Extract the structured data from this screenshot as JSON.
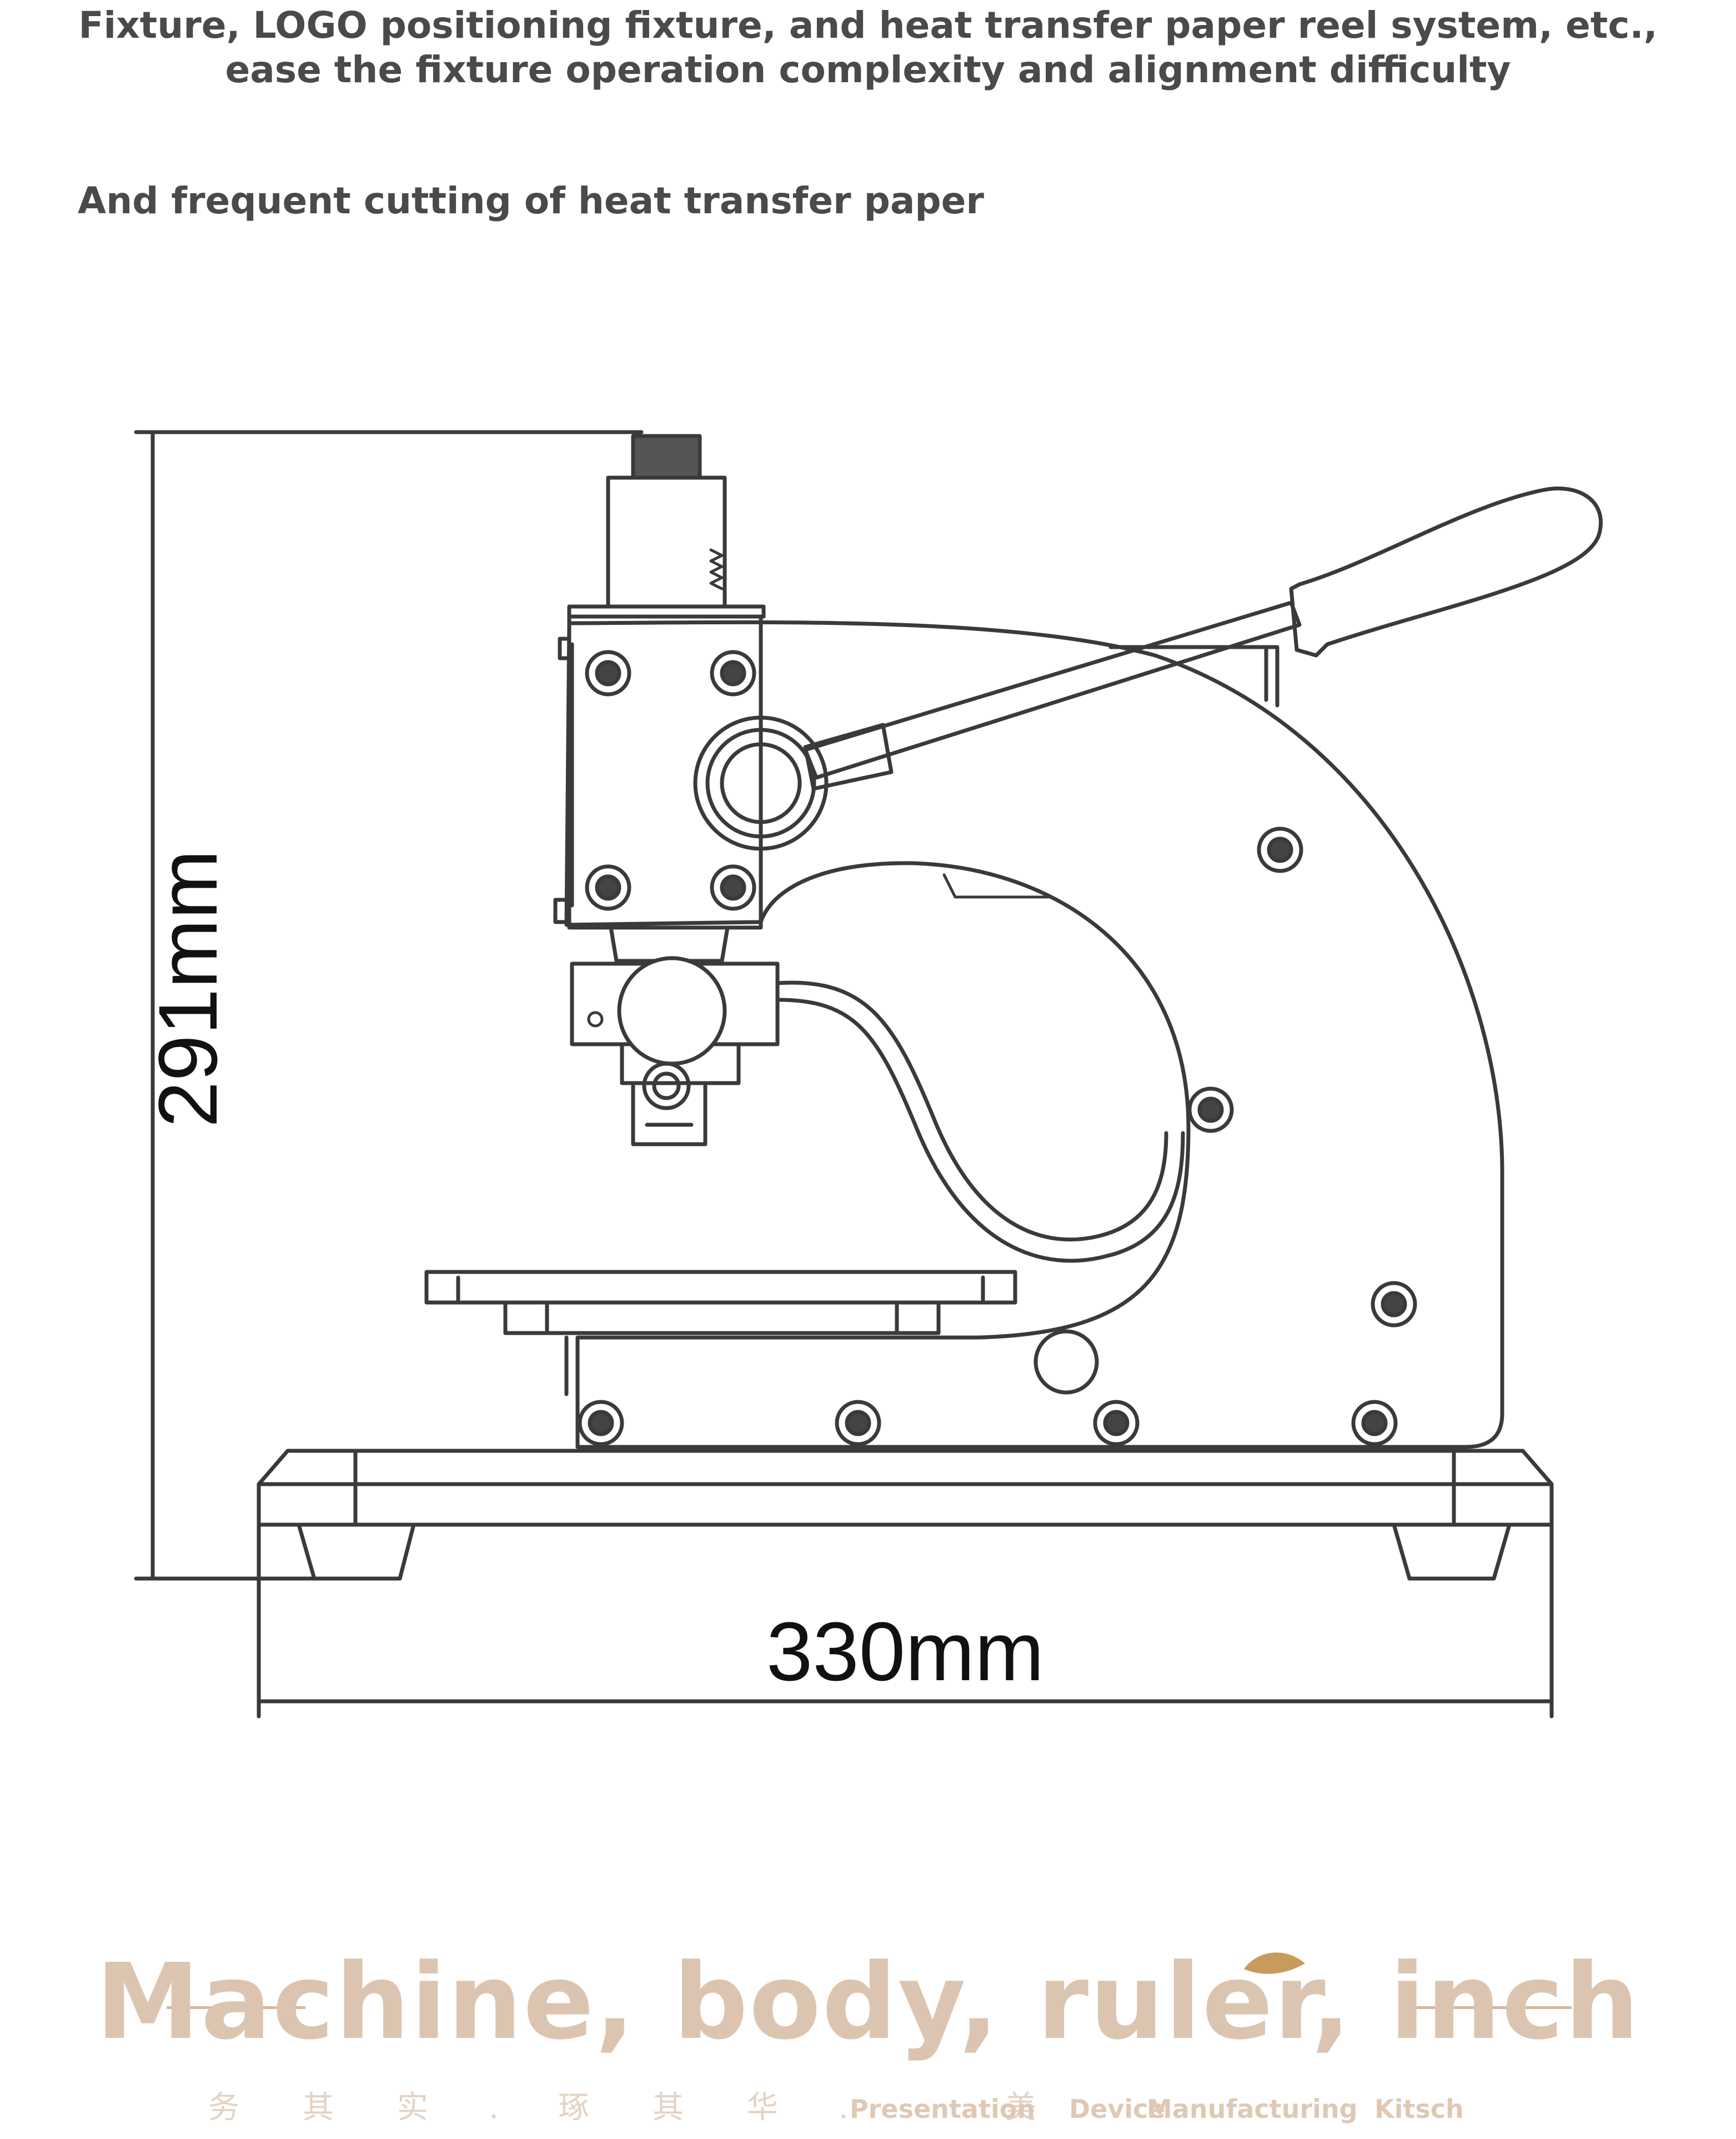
{
  "header": {
    "line1": "Fixture, LOGO positioning fixture, and heat transfer paper reel system, etc.,",
    "line2": "ease the fixture operation complexity and alignment difficulty",
    "subtitle": "And frequent cutting of heat transfer paper"
  },
  "diagram": {
    "height_label": "291mm",
    "width_label": "330mm",
    "line_color": "#3a3a3a"
  },
  "banner": {
    "title": "Machine, body, ruler, inch",
    "title_color": "#dcc5b0",
    "accent_color": "#d9b79a"
  },
  "tagline": {
    "chars": [
      "务",
      "其",
      "实",
      ".",
      "琢",
      "其",
      "华",
      ".",
      "美"
    ],
    "words": [
      "Presentation",
      "Device",
      "Manufacturing",
      "Kitsch"
    ]
  }
}
